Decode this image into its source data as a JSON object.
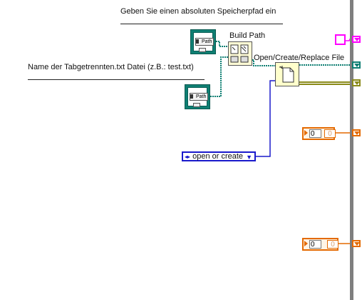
{
  "labels": {
    "speicherpfad": "Geben Sie einen absoluten Speicherpfad ein",
    "dateiname": "Name der Tabgetrennten.txt Datei (z.B.: test.txt)"
  },
  "nodes": {
    "build_path": "Build Path",
    "open_file": "Open/Create/Replace File"
  },
  "path_controls": [
    {
      "glyph_text": "Path"
    },
    {
      "glyph_text": "Path"
    }
  ],
  "enum_control": {
    "value": "open or create"
  },
  "numeric_controls": [
    {
      "value": "0",
      "indicator": "0"
    },
    {
      "value": "0",
      "indicator": "0"
    }
  ],
  "colors": {
    "path_wire": "#0f7f73",
    "enum_wire": "#1a1acc",
    "numeric": "#e46a00",
    "refnum": "#8a8a1a",
    "error": "#ff00ff",
    "divider": "#7f7f7f"
  }
}
